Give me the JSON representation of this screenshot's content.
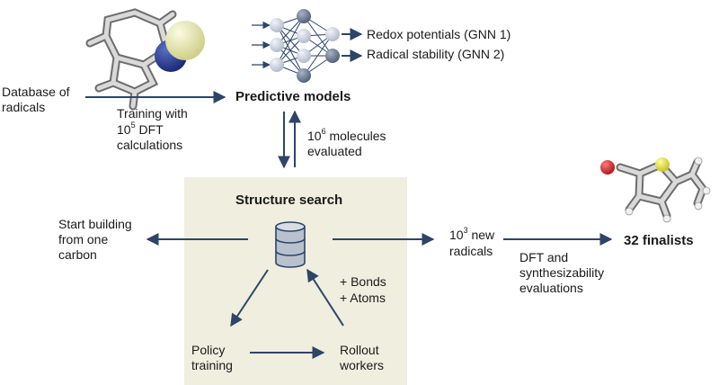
{
  "labels": {
    "database": "Database of\nradicals",
    "training_pre": "Training with",
    "training_base": "10",
    "training_exp": "5",
    "training_post": " DFT",
    "training_line3": "calculations",
    "predictive": "Predictive models",
    "redox": "Redox potentials (GNN 1)",
    "stability": "Radical stability (GNN 2)",
    "evaluated_base": "10",
    "evaluated_exp": "6",
    "evaluated_post": " molecules",
    "evaluated_line2": "evaluated",
    "structure_search": "Structure search",
    "start_building": "Start building\nfrom one\ncarbon",
    "new_base": "10",
    "new_exp": "3",
    "new_post": " new",
    "new_line2": "radicals",
    "bonds": "+ Bonds",
    "atoms": "+ Atoms",
    "policy": "Policy\ntraining",
    "rollout": "Rollout\nworkers",
    "dft_eval": "DFT and\nsynthesizability\nevaluations",
    "finalists": "32 finalists"
  },
  "icons": {
    "molecule_left": "radical-molecule-icon",
    "network": "neural-network-icon",
    "database": "database-icon",
    "molecule_right": "thiophene-molecule-icon"
  },
  "colors": {
    "arrow": "#2e4468",
    "search_bg": "#efeedf",
    "node_dark": "#6f7d96",
    "node_light": "#c4cbd8",
    "sulfur": "#e6e35a",
    "oxygen": "#d42a2a"
  }
}
